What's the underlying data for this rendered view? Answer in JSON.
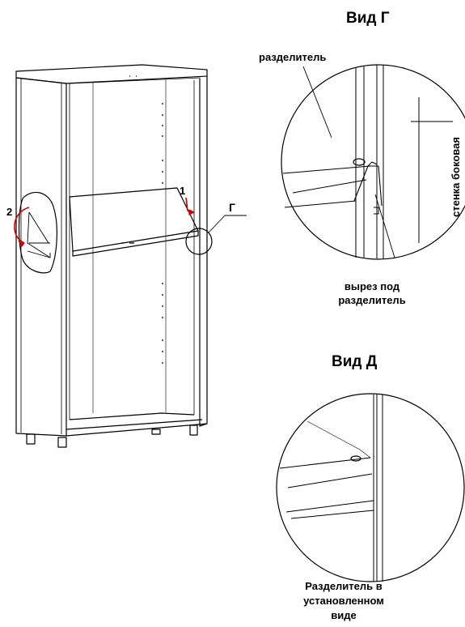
{
  "diagram": {
    "view_g_title": "Вид Г",
    "view_d_title": "Вид Д",
    "label_divider": "разделитель",
    "label_side_wall": "стенка боковая",
    "label_cutout_line1": "вырез под",
    "label_cutout_line2": "разделитель",
    "label_installed_line1": "Разделитель в",
    "label_installed_line2": "установленном",
    "label_installed_line3": "виде",
    "callout_g": "Г",
    "step_1": "1",
    "step_2": "2"
  },
  "colors": {
    "line": "#000000",
    "arrow": "#cc0000",
    "background": "#ffffff"
  }
}
